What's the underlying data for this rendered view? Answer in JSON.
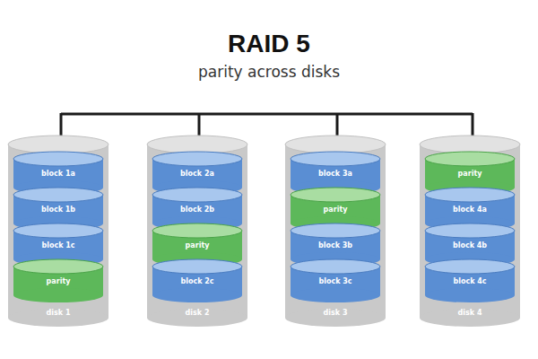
{
  "diagram": {
    "title": "RAID 5",
    "caption": "parity across disks",
    "nodes": [
      {
        "text": [
          "disk 1"
        ]
      },
      {
        "text": [
          "block 1a"
        ],
        "in": 0
      },
      {
        "text": [
          "block 1b"
        ],
        "in": 0
      },
      {
        "text": [
          "block 1c"
        ],
        "in": 0
      },
      {
        "text": [
          "parity"
        ],
        "in": 0
      },
      {
        "text": [
          "disk 2"
        ]
      },
      {
        "text": [
          "block 2a"
        ],
        "in": 5
      },
      {
        "text": [
          "block 2b"
        ],
        "in": 5
      },
      {
        "text": [
          "parity"
        ],
        "in": 5
      },
      {
        "text": [
          "block 2c"
        ],
        "in": 5
      },
      {
        "text": [
          "disk 3"
        ]
      },
      {
        "text": [
          "block 3a"
        ],
        "in": 10
      },
      {
        "text": [
          "parity"
        ],
        "in": 10
      },
      {
        "text": [
          "block 3b"
        ],
        "in": 10
      },
      {
        "text": [
          "block 3c"
        ],
        "in": 10
      },
      {
        "text": [
          "disk 4"
        ]
      },
      {
        "text": [
          "parity"
        ],
        "in": 15
      },
      {
        "text": [
          "block 4a"
        ],
        "in": 15
      },
      {
        "text": [
          "block 4b"
        ],
        "in": 15
      },
      {
        "text": [
          "block 4c"
        ],
        "in": 15
      }
    ]
  }
}
